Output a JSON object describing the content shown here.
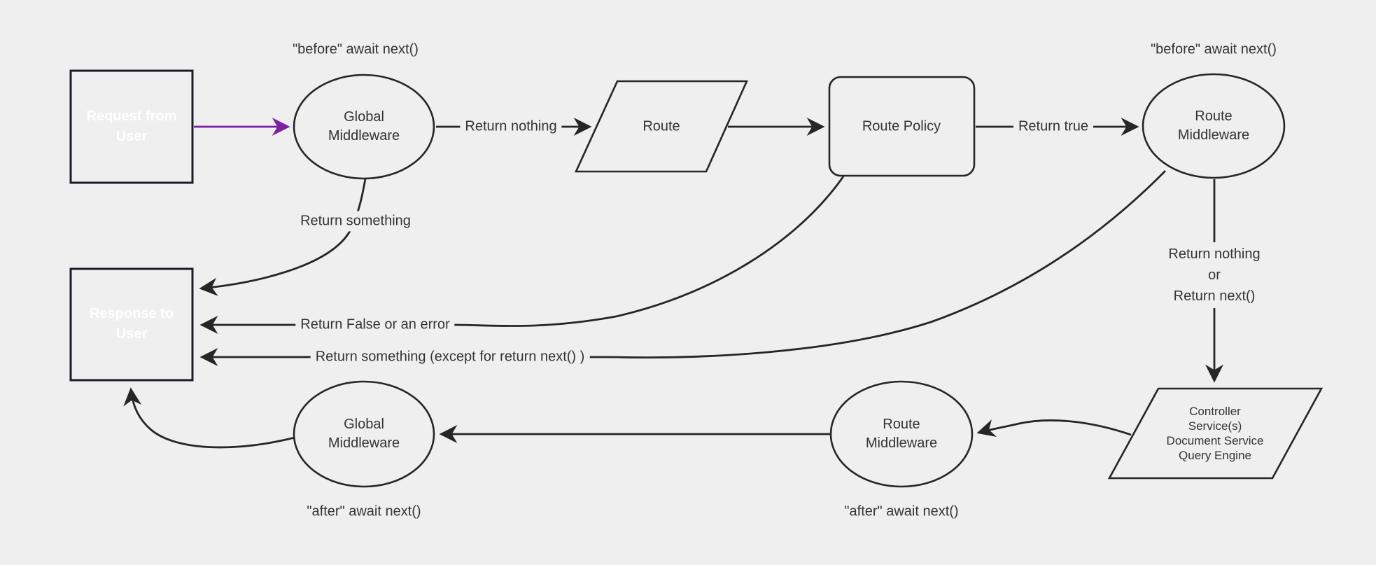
{
  "diagram": {
    "type": "flowchart",
    "colors": {
      "background": "#efefef",
      "stroke": "#262626",
      "label_text": "#333333",
      "node_fill": "#efefef",
      "accent_fill": "#7e20a3",
      "accent_border": "#1d1d28",
      "accent_text": "#ffffff"
    },
    "nodes": {
      "request_from_user": {
        "shape": "rectangle",
        "label": "Request from\nUser"
      },
      "global_middleware_before": {
        "shape": "ellipse",
        "label": "Global\nMiddleware"
      },
      "route": {
        "shape": "parallelogram",
        "label": "Route"
      },
      "route_policy": {
        "shape": "rounded-rectangle",
        "label": "Route Policy"
      },
      "route_middleware_before": {
        "shape": "ellipse",
        "label": "Route\nMiddleware"
      },
      "response_to_user": {
        "shape": "rectangle",
        "label": "Response to\nUser"
      },
      "global_middleware_after": {
        "shape": "ellipse",
        "label": "Global\nMiddleware"
      },
      "route_middleware_after": {
        "shape": "ellipse",
        "label": "Route\nMiddleware"
      },
      "controller_services": {
        "shape": "parallelogram",
        "label": "Controller\nService(s)\nDocument Service\nQuery Engine"
      }
    },
    "annotations": {
      "before_await_next_left": "\"before\" await next()",
      "before_await_next_right": "\"before\" await next()",
      "after_await_next_left": "\"after\" await next()",
      "after_await_next_right": "\"after\" await next()"
    },
    "edge_labels": {
      "return_nothing": "Return nothing",
      "return_true": "Return true",
      "return_something": "Return something",
      "return_false_or_error": "Return False or an error",
      "return_something_except": "Return something (except for return next() )",
      "return_nothing_or_next": "Return nothing\nor\nReturn next()"
    }
  }
}
